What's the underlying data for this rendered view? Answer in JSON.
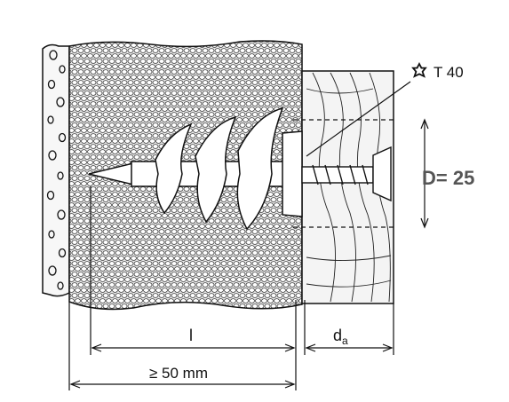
{
  "labels": {
    "drive": "T 40",
    "diameter": "D= 25",
    "length": "l",
    "depth_main": "d",
    "depth_sub": "a",
    "min_length": "≥ 50 mm"
  },
  "colors": {
    "line": "#111111",
    "foam_bg": "#ececec",
    "wood_bg": "#f4f4f4",
    "plaster_bg": "#f7f7f7",
    "diameter_text": "#555555"
  },
  "icons": {
    "drive": "torx-star-icon"
  }
}
